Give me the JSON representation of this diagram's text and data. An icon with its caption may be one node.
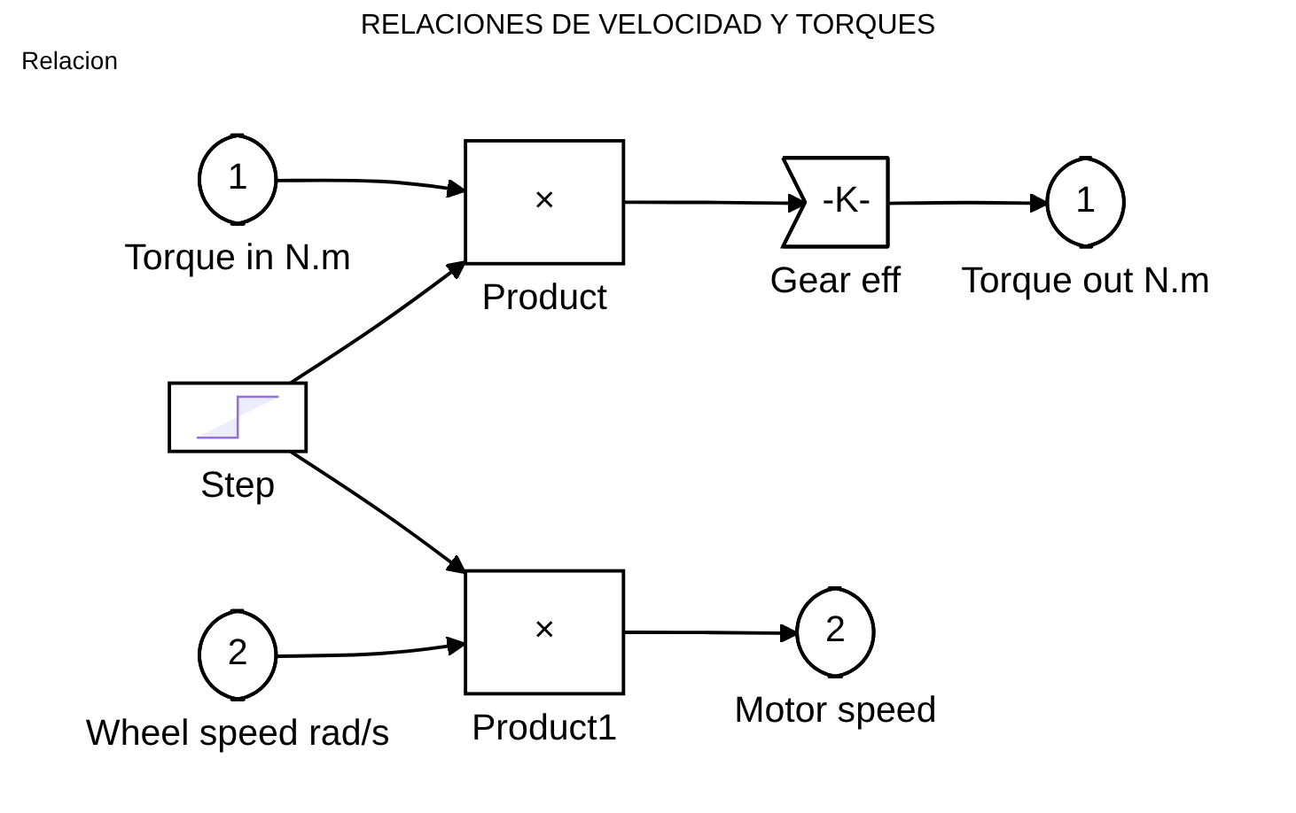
{
  "diagram": {
    "title": "RELACIONES DE VELOCIDAD Y TORQUES",
    "nodes": [
      {
        "text": [
          "1"
        ],
        "beside": [
          "Torque in N.m"
        ]
      },
      {
        "text": [
          "×"
        ],
        "beside": [
          "Product"
        ]
      },
      {
        "text": [
          "-K-"
        ],
        "beside": [
          "Gear eff"
        ]
      },
      {
        "text": [
          "1"
        ],
        "beside": [
          "Torque out N.m"
        ]
      },
      {
        "text": [],
        "shape": "picture",
        "beside": [
          "Step"
        ]
      },
      {
        "text": [
          "2"
        ],
        "beside": [
          "Wheel speed rad/s"
        ]
      },
      {
        "text": [
          "×"
        ],
        "beside": [
          "Product1"
        ]
      },
      {
        "text": [
          "2"
        ],
        "beside": [
          "Motor speed"
        ]
      }
    ],
    "edges": [
      {
        "from": 0,
        "to": 1,
        "arrow": "to"
      },
      {
        "from": 4,
        "to": 1,
        "arrow": "to"
      },
      {
        "from": 1,
        "to": 2,
        "arrow": "to"
      },
      {
        "from": 2,
        "to": 3,
        "arrow": "to"
      },
      {
        "from": 4,
        "to": 6,
        "arrow": "to"
      },
      {
        "from": 5,
        "to": 6,
        "arrow": "to"
      },
      {
        "from": 6,
        "to": 7,
        "arrow": "to"
      }
    ],
    "labels": [
      "Relacion"
    ]
  }
}
